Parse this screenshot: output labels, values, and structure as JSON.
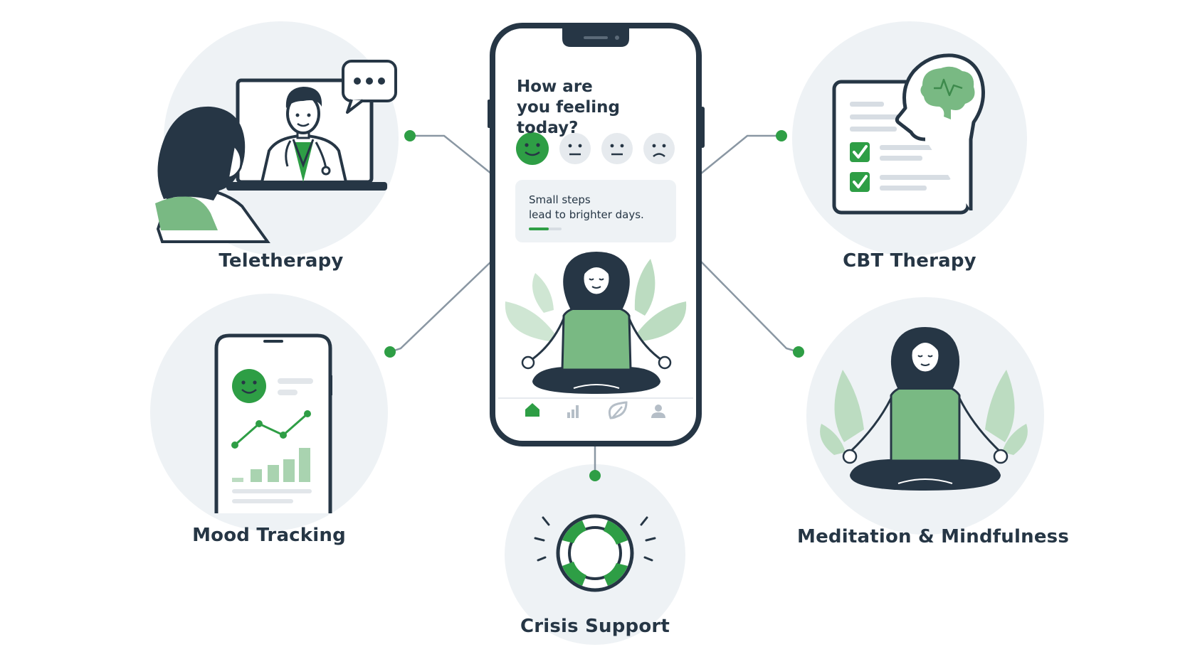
{
  "features": {
    "teletherapy": "Teletherapy",
    "cbt": "CBT Therapy",
    "mood": "Mood Tracking",
    "meditation": "Meditation & Mindfulness",
    "crisis": "Crisis Support"
  },
  "app": {
    "question_line1": "How are",
    "question_line2": "you feeling today?",
    "quote_line1": "Small steps",
    "quote_line2": "lead to brighter days.",
    "moods": [
      "happy-face-icon",
      "neutral-face-icon",
      "neutral-face-icon",
      "sad-face-icon"
    ],
    "nav_icons": [
      "home-icon",
      "chart-icon",
      "leaf-icon",
      "profile-icon"
    ],
    "quote_progress": 0.6
  },
  "colors": {
    "accent_green": "#2e9e45",
    "soft_green": "#79b983",
    "dark_navy": "#263645",
    "circle_bg": "#eef2f5",
    "connector": "#8a97a3"
  }
}
